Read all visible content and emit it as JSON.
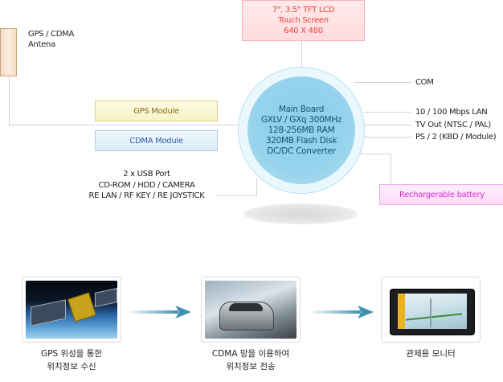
{
  "diagram": {
    "lcd": {
      "lines": [
        "7\", 3.5\" TFT LCD",
        "Touch Screen",
        "640 X 480"
      ]
    },
    "antena": {
      "lines": [
        "GPS / CDMA",
        "Antena"
      ]
    },
    "gps_module": {
      "label": "GPS Module"
    },
    "cdma_module": {
      "label": "CDMA Module"
    },
    "main_board": {
      "lines": [
        "Main Board",
        "GXLV / GXq 300MHz",
        "128-256MB RAM",
        "320MB Flash Disk",
        "DC/DC Converter"
      ]
    },
    "right_ports": [
      "COM",
      "10 / 100 Mbps LAN",
      "TV Out (NTSC / PAL)",
      "PS / 2 (KBD / Module)"
    ],
    "battery": {
      "label": "Rechargerable battery"
    },
    "usb": {
      "lines": [
        "2 x USB Port",
        "CD-ROM / HDD / CAMERA",
        "RE LAN / RF KEY / RE JOYSTICK"
      ]
    }
  },
  "flow": {
    "steps": [
      {
        "image": "satellite-image",
        "caption": [
          "GPS 위성을 통한",
          "위치정보 수신"
        ]
      },
      {
        "image": "car-image",
        "caption": [
          "CDMA 망을 이용하여",
          "위치정보 전송"
        ]
      },
      {
        "image": "monitor-image",
        "caption": [
          "관제용 모니터"
        ]
      }
    ]
  },
  "colors": {
    "lcd_text": "#e8463f",
    "gps_text": "#8a6b1e",
    "cdma_text": "#2c5db0",
    "battery_text": "#d62fc9",
    "board_text": "#17536b",
    "arrow": "#3f8fb0"
  }
}
